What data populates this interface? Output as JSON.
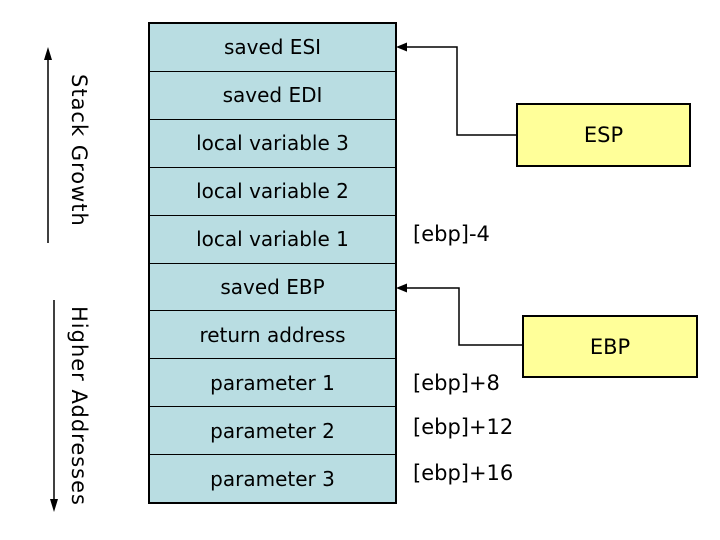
{
  "diagram": {
    "stack": {
      "rows": [
        "saved ESI",
        "saved EDI",
        "local variable 3",
        "local variable 2",
        "local variable 1",
        "saved EBP",
        "return address",
        "parameter 1",
        "parameter 2",
        "parameter 3"
      ]
    },
    "registers": {
      "esp": "ESP",
      "ebp": "EBP"
    },
    "offsets": [
      "[ebp]-4",
      "[ebp]+8",
      "[ebp]+12",
      "[ebp]+16"
    ],
    "side_labels": {
      "stack_growth": "Stack Growth",
      "higher_addresses": "Higher Addresses"
    },
    "colors": {
      "stack_fill": "#b9dde2",
      "register_fill": "#ffff99",
      "line": "#000000",
      "background": "#ffffff"
    }
  }
}
